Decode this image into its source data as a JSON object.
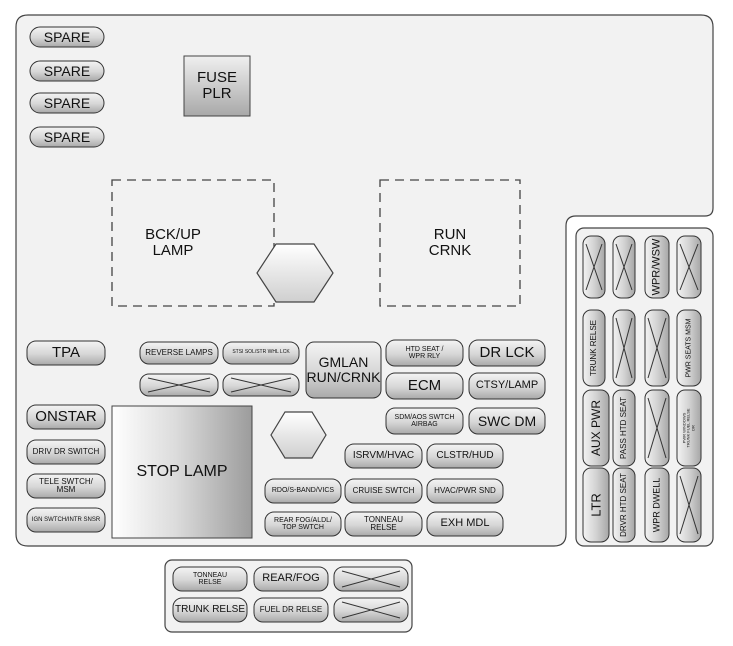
{
  "diagram": {
    "left_column": [
      {
        "id": "spare-1",
        "text": "SPARE"
      },
      {
        "id": "spare-2",
        "text": "SPARE"
      },
      {
        "id": "spare-3",
        "text": "SPARE"
      },
      {
        "id": "spare-4",
        "text": "SPARE"
      }
    ],
    "fuse_puller": {
      "text": "FUSE\nPLR"
    },
    "relay_backup": {
      "text": "BCK/UP\nLAMP"
    },
    "relay_run_crank": {
      "text": "RUN\nCRNK"
    },
    "left_fuses": [
      {
        "id": "tpa",
        "text": "TPA"
      },
      {
        "id": "onstar",
        "text": "ONSTAR"
      },
      {
        "id": "driv-dr-switch",
        "text": "DRIV DR SWITCH"
      },
      {
        "id": "tele-switch-msm",
        "text": "TELE SWTCH/\nMSM"
      },
      {
        "id": "ign-switch-intr-snsr",
        "text": "IGN SWTCH/INTR SNSR"
      }
    ],
    "stop_lamp": {
      "text": "STOP LAMP"
    },
    "center_fuses": [
      {
        "id": "reverse-lamps",
        "text": "REVERSE LAMPS"
      },
      {
        "id": "stsi-sol",
        "text": "STSI SOL/STR WHL LCK"
      },
      {
        "id": "gmlan",
        "text": "GMLAN\nRUN/CRNK"
      },
      {
        "id": "htd-seat-wpr",
        "text": "HTD SEAT /\nWPR RLY"
      },
      {
        "id": "dr-lck",
        "text": "DR LCK"
      },
      {
        "id": "ecm",
        "text": "ECM"
      },
      {
        "id": "ctsy-lamp",
        "text": "CTSY/LAMP"
      },
      {
        "id": "sdm-aos",
        "text": "SDM/AOS SWTCH\nAIRBAG"
      },
      {
        "id": "swc-dm",
        "text": "SWC DM"
      },
      {
        "id": "isrvm-hvac",
        "text": "ISRVM/HVAC"
      },
      {
        "id": "clstr-hud",
        "text": "CLSTR/HUD"
      },
      {
        "id": "rdo-s-band",
        "text": "RDO/S-BAND/VICS"
      },
      {
        "id": "cruise-switch",
        "text": "CRUISE SWTCH"
      },
      {
        "id": "hvac-pwr-snd",
        "text": "HVAC/PWR SND"
      },
      {
        "id": "rear-fog",
        "text": "REAR FOG/ALDL/\nTOP SWTCH"
      },
      {
        "id": "tonneau-relse-1",
        "text": "TONNEAU\nRELSE"
      },
      {
        "id": "exh-mdl",
        "text": "EXH MDL"
      }
    ],
    "right_block": [
      {
        "id": "wpr-wsw",
        "text": "WPR/WSW"
      },
      {
        "id": "trunk-relse-v",
        "text": "TRUNK RELSE"
      },
      {
        "id": "pwr-seats-msm",
        "text": "PWR SEATS MSM"
      },
      {
        "id": "aux-pwr",
        "text": "AUX PWR"
      },
      {
        "id": "pass-htd-seat",
        "text": "PASS HTD SEAT"
      },
      {
        "id": "pwr-windows",
        "text": "PWR WINDOWS\nTRUNK FUEL RELSE\nDR"
      },
      {
        "id": "ltr",
        "text": "LTR"
      },
      {
        "id": "drvr-htd-seat",
        "text": "DRVR HTD SEAT"
      },
      {
        "id": "wpr-dwell",
        "text": "WPR DWELL"
      }
    ],
    "bottom_block": [
      {
        "id": "tonneau-relse-2",
        "text": "TONNEAU\nRELSE"
      },
      {
        "id": "rear-fog-2",
        "text": "REAR/FOG"
      },
      {
        "id": "trunk-relse",
        "text": "TRUNK RELSE"
      },
      {
        "id": "fuel-dr-relse",
        "text": "FUEL DR RELSE"
      }
    ]
  }
}
